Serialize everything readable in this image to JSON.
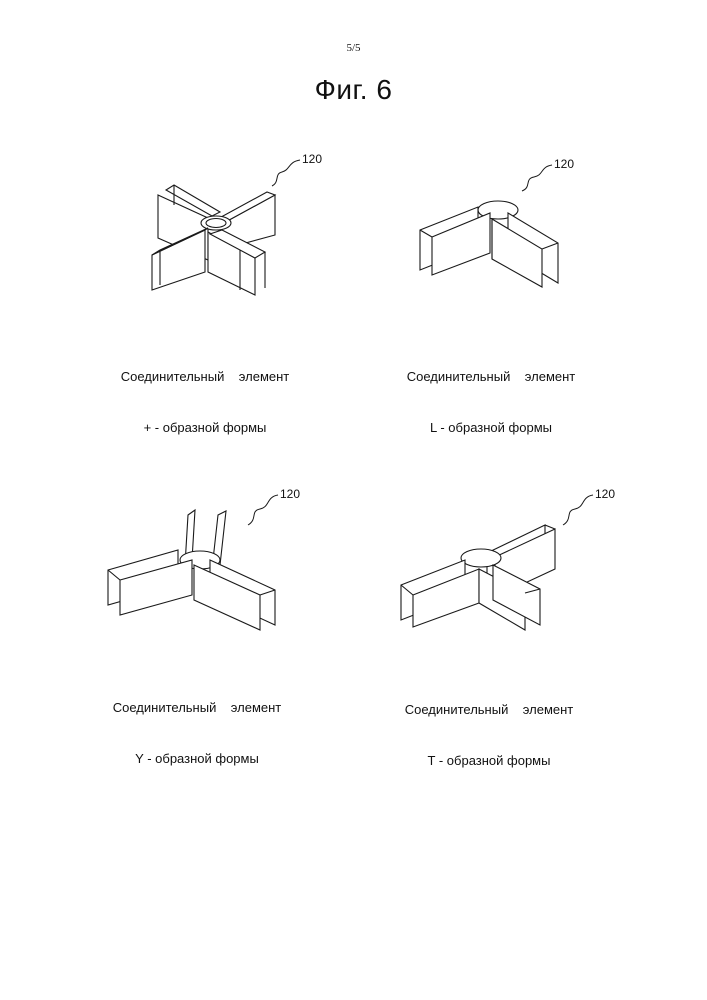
{
  "page": {
    "number": "5/5",
    "figure_title": "Фиг. 6"
  },
  "panels": [
    {
      "ref_number": "120",
      "caption_line1": "Соединительный    элемент",
      "caption_line2": "+ - образной формы",
      "icon": "plus-shaped-connector"
    },
    {
      "ref_number": "120",
      "caption_line1": "Соединительный    элемент",
      "caption_line2": "L - образной формы",
      "icon": "l-shaped-connector"
    },
    {
      "ref_number": "120",
      "caption_line1": "Соединительный    элемент",
      "caption_line2": "Y - образной формы",
      "icon": "y-shaped-connector"
    },
    {
      "ref_number": "120",
      "caption_line1": "Соединительный    элемент",
      "caption_line2": "T - образной формы",
      "icon": "t-shaped-connector"
    }
  ]
}
